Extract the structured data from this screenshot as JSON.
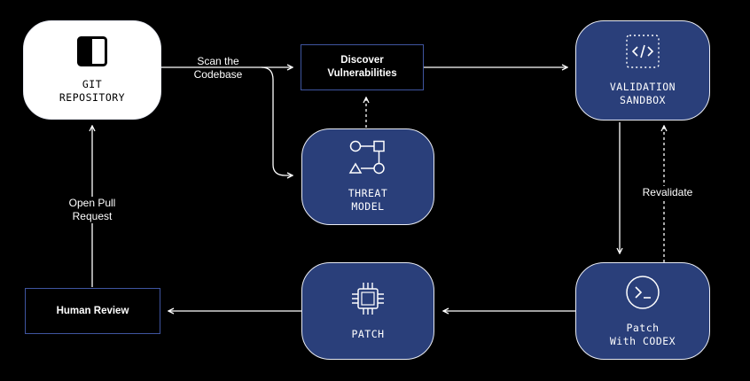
{
  "nodes": {
    "git_repository": {
      "label": "GIT\nREPOSITORY",
      "icon": "repository-icon"
    },
    "discover_vulnerabilities": {
      "label": "Discover\nVulnerabilities"
    },
    "validation_sandbox": {
      "label": "VALIDATION\nSANDBOX",
      "icon": "code-window-icon"
    },
    "threat_model": {
      "label": "THREAT\nMODEL",
      "icon": "shapes-icon"
    },
    "patch_with_codex": {
      "label": "Patch\nWith CODEX",
      "icon": "terminal-icon"
    },
    "patch": {
      "label": "PATCH",
      "icon": "chip-icon"
    },
    "human_review": {
      "label": "Human Review"
    }
  },
  "edges": {
    "scan_codebase": "Scan the\nCodebase",
    "open_pull_request": "Open Pull\nRequest",
    "revalidate": "Revalidate"
  },
  "colors": {
    "node_blue": "#2a3f7a",
    "rect_border": "#3f55a0",
    "background": "#000000",
    "line": "#ffffff"
  }
}
